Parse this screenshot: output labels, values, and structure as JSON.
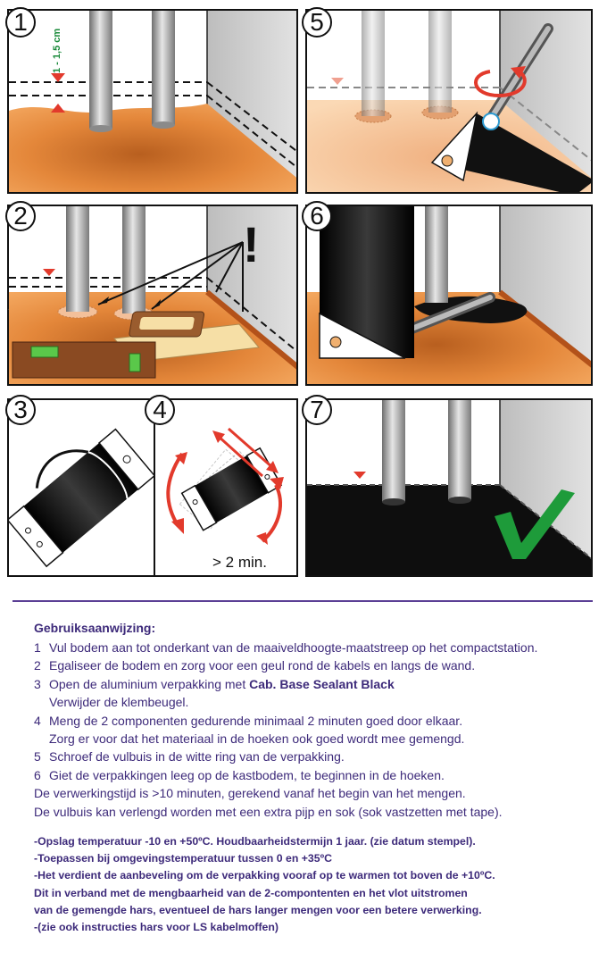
{
  "steps": [
    {
      "number": "1"
    },
    {
      "number": "2"
    },
    {
      "number": "3"
    },
    {
      "number": "4"
    },
    {
      "number": "5"
    },
    {
      "number": "6"
    },
    {
      "number": "7"
    }
  ],
  "panel1": {
    "height_label": "1 - 1,5 cm"
  },
  "panel2": {
    "warning_mark": "!"
  },
  "panel4": {
    "duration_label": "> 2 min."
  },
  "colors": {
    "soil": "#e9893a",
    "sealant": "#111111",
    "arrow": "#e23a2c",
    "marker": "#e23a2c",
    "check": "#1e9b3a",
    "text": "#3d2a7a"
  },
  "instructions": {
    "title": "Gebruiksaanwijzing:",
    "steps": [
      {
        "num": "1",
        "text": "Vul bodem aan tot onderkant van de maaiveldhoogte-maatstreep op het compactstation."
      },
      {
        "num": "2",
        "text": "Egaliseer de bodem en zorg voor een geul rond de kabels en langs de wand."
      },
      {
        "num": "3",
        "text": "Open de aluminium verpakking met ",
        "bold": "Cab. Base Sealant Black",
        "cont": "Verwijder de klembeugel."
      },
      {
        "num": "4",
        "text": "Meng de 2 componenten gedurende minimaal 2 minuten goed door elkaar.",
        "cont": "Zorg er voor dat het materiaal in de hoeken ook goed wordt mee gemengd."
      },
      {
        "num": "5",
        "text": "Schroef de vulbuis in de witte ring van de verpakking."
      },
      {
        "num": "6",
        "text": "Giet de verpakkingen leeg op de kastbodem, te beginnen in de hoeken."
      }
    ],
    "extra": [
      "De verwerkingstijd is >10 minuten, gerekend vanaf het begin van het mengen.",
      "De vulbuis kan verlengd worden met een extra pijp en sok (sok vastzetten met tape)."
    ],
    "notes": [
      "-Opslag temperatuur -10 en +50ºC. Houdbaarheidstermijn 1 jaar. (zie datum stempel).",
      "-Toepassen bij omgevingstemperatuur tussen 0 en +35ºC",
      "-Het verdient de aanbeveling om de verpakking vooraf op te warmen tot boven de +10ºC.",
      "Dit in verband met de mengbaarheid van de 2-compontenten en het vlot uitstromen",
      "van de gemengde hars, eventueel de hars langer mengen voor een betere verwerking.",
      "-(zie ook instructies hars voor LS kabelmoffen)"
    ]
  }
}
